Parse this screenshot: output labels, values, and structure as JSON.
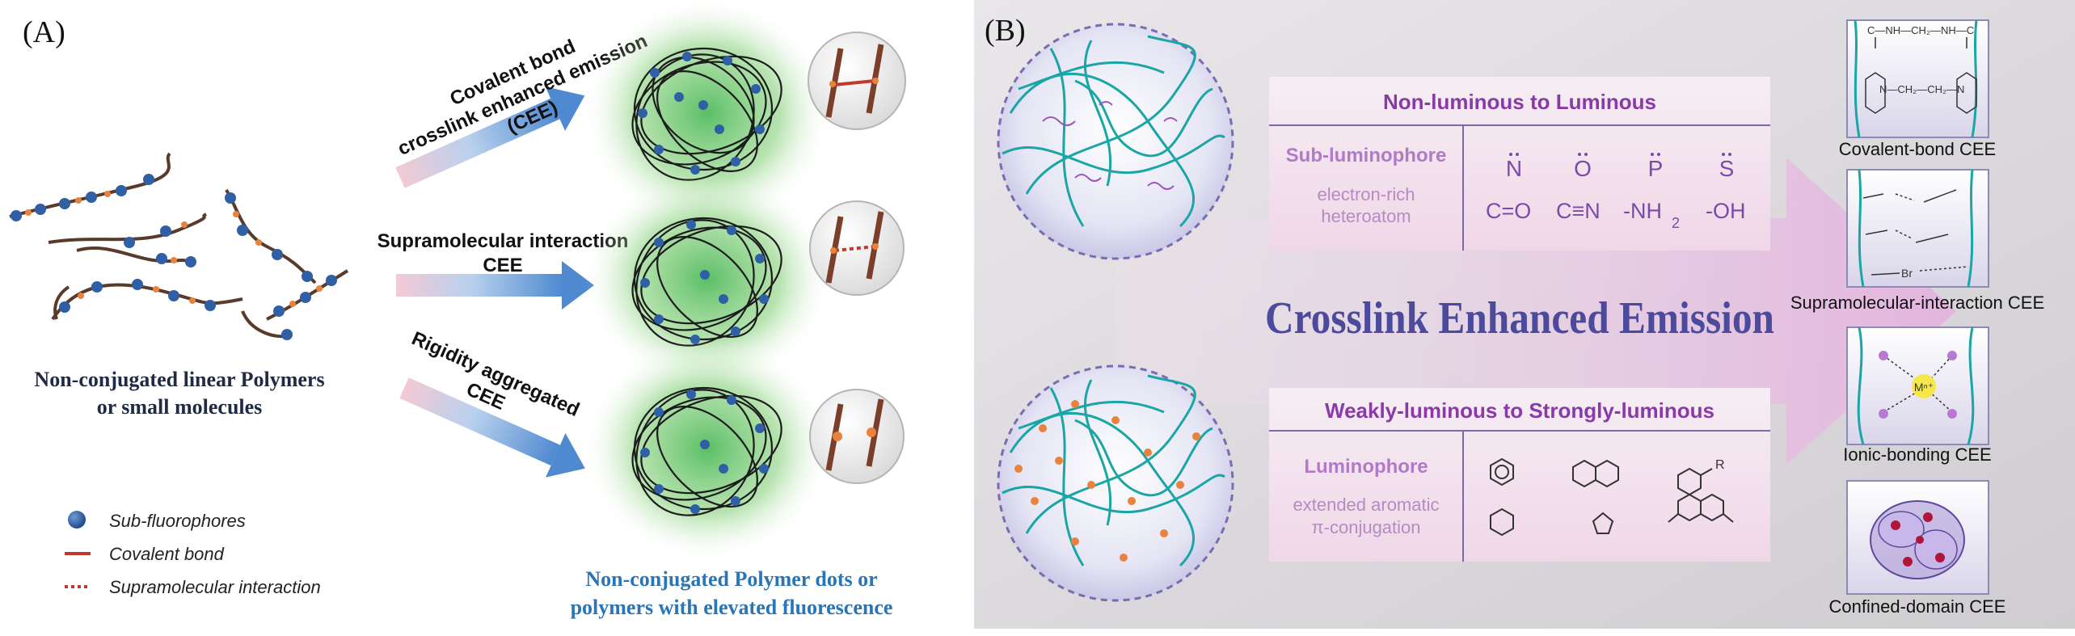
{
  "panel_a": {
    "label": "(A)",
    "arrows": {
      "covalent": [
        "Covalent bond",
        "crosslink enhanced emission",
        "(CEE)"
      ],
      "supramolecular": [
        "Supramolecular interaction",
        "CEE"
      ],
      "rigidity": [
        "Rigidity aggregated",
        "CEE"
      ]
    },
    "left_caption": [
      "Non-conjugated linear Polymers",
      "or small molecules"
    ],
    "legend": {
      "sub": "Sub-fluorophores",
      "covalent": "Covalent bond",
      "supra": "Supramolecular interaction"
    },
    "right_caption": [
      "Non-conjugated Polymer dots or",
      "polymers with elevated fluorescence"
    ]
  },
  "panel_b": {
    "label": "(B)",
    "top_box": {
      "title": "Non-luminous to Luminous",
      "label": "Sub-luminophore",
      "desc": [
        "electron-rich",
        "heteroatom"
      ],
      "atoms": [
        "N",
        "O",
        "P",
        "S"
      ],
      "groups": [
        "C=O",
        "C≡N",
        "-NH",
        "2",
        "-OH"
      ]
    },
    "center_text": "Crosslink Enhanced Emission",
    "bottom_box": {
      "title": "Weakly-luminous to Strongly-luminous",
      "label": "Luminophore",
      "desc": [
        "extended aromatic",
        "π-conjugation"
      ],
      "R": "R"
    },
    "cee_types": [
      "Covalent-bond CEE",
      "Supramolecular-interaction CEE",
      "Ionic-bonding CEE",
      "Confined-domain CEE"
    ],
    "chem": {
      "c1_top": "C—NH—CH₂—NH—C",
      "c1_mid": "N—CH₂—CH₂—N",
      "c2_br": "Br",
      "c3_m": "Mⁿ⁺"
    }
  },
  "colors": {
    "arrow_blue": "#5b8fd0",
    "polymer_blue": "#2c5c9e",
    "bond_red": "#c0392b",
    "teal": "#1aa6a6",
    "purple": "#7a4aa8",
    "title_purple": "#8a3aa6",
    "caption_blue": "#2a74b8",
    "crosslink_text": "#4b4a9c"
  }
}
